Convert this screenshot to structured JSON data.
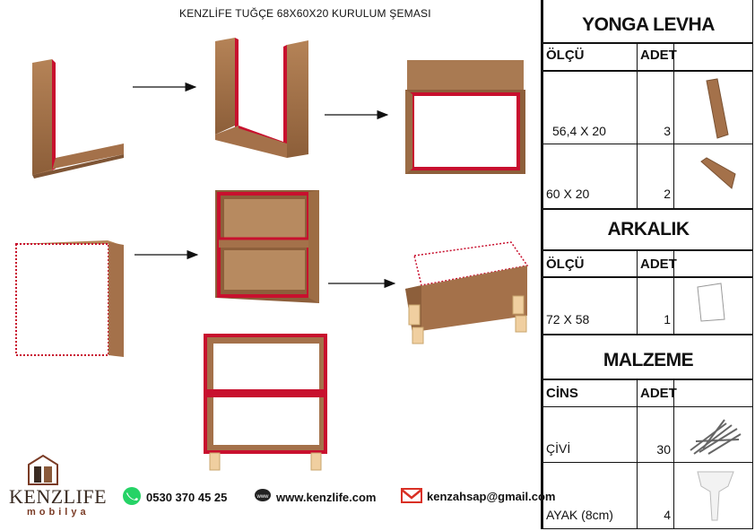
{
  "title": "KENZLİFE TUĞÇE 68X60X20 KURULUM ŞEMASI",
  "yonga": {
    "heading": "YONGA LEVHA",
    "col_olcu": "ÖLÇÜ",
    "col_adet": "ADET",
    "rows": [
      {
        "olcu": "56,4 X 20",
        "adet": "3"
      },
      {
        "olcu": "60 X 20",
        "adet": "2"
      }
    ]
  },
  "arkalik": {
    "heading": "ARKALIK",
    "col_olcu": "ÖLÇÜ",
    "col_adet": "ADET",
    "rows": [
      {
        "olcu": "72 X 58",
        "adet": "1"
      }
    ]
  },
  "malzeme": {
    "heading": "MALZEME",
    "col_cins": "CİNS",
    "col_adet": "ADET",
    "rows": [
      {
        "cins": "ÇİVİ",
        "adet": "30"
      },
      {
        "cins": "AYAK (8cm)",
        "adet": "4"
      }
    ]
  },
  "footer": {
    "logo_name": "KENZLIFE",
    "logo_sub": "mobilya",
    "phone": "0530 370 45 25",
    "web": "www.kenzlife.com",
    "email": "kenzahsap@gmail.com"
  },
  "colors": {
    "edge": "#c8102e",
    "wood": "#a9794f",
    "wood_dark": "#7a5233",
    "whatsapp": "#25d366",
    "gmail": "#d93025"
  }
}
